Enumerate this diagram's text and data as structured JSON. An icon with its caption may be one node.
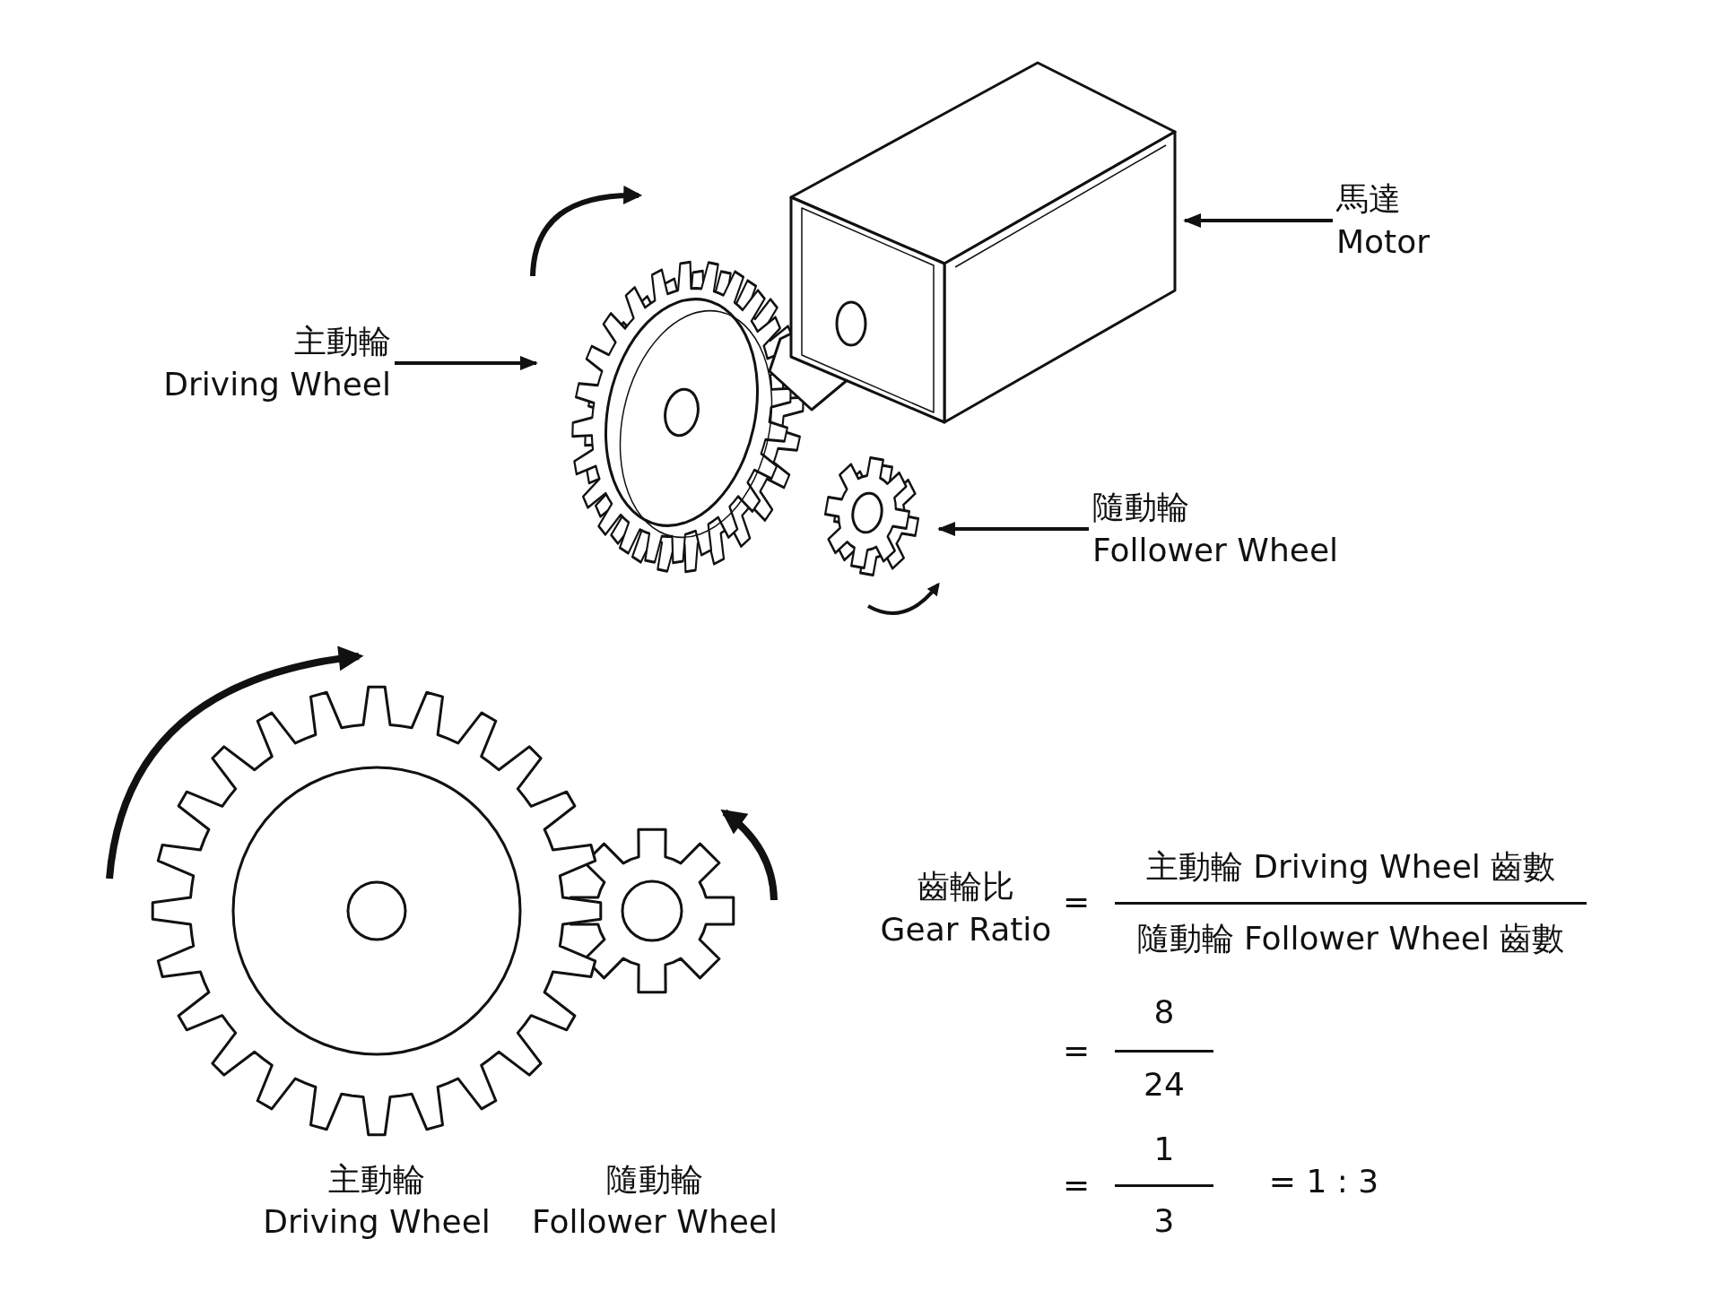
{
  "diagram": {
    "nodes": [
      {
        "text": [
          "主動輪",
          "Driving Wheel"
        ]
      },
      {
        "text": [],
        "shape": "picture"
      },
      {
        "text": [
          "馬達",
          "Motor"
        ]
      },
      {
        "text": [],
        "shape": "picture"
      },
      {
        "text": [
          "隨動輪",
          "Follower Wheel"
        ]
      },
      {
        "text": [],
        "shape": "picture"
      }
    ],
    "edges": [
      {
        "from": 0,
        "to": 1,
        "arrow": "to"
      },
      {
        "from": 2,
        "to": 3,
        "arrow": "to"
      },
      {
        "from": 4,
        "to": 5,
        "arrow": "to"
      }
    ],
    "labels": [
      "齒輪比",
      "Gear Ratio",
      "=",
      "主動輪 Driving Wheel 齒數",
      "隨動輪 Follower Wheel 齒數",
      "8",
      "=",
      "24",
      "1",
      "=",
      "3",
      "= 1 : 3",
      "主動輪",
      "Driving Wheel",
      "隨動輪",
      "Follower Wheel"
    ]
  }
}
